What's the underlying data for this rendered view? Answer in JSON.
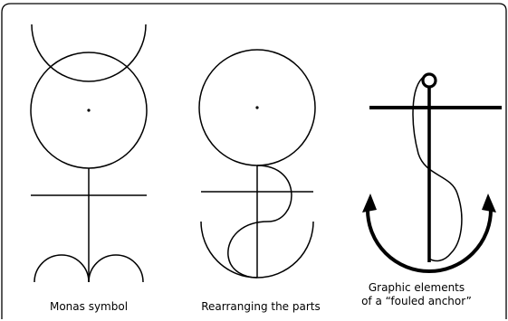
{
  "panels": [
    {
      "caption": "Monas symbol"
    },
    {
      "caption": "Rearranging the parts"
    },
    {
      "caption_line1": "Graphic elements",
      "caption_line2": "of a “fouled anchor”"
    }
  ]
}
